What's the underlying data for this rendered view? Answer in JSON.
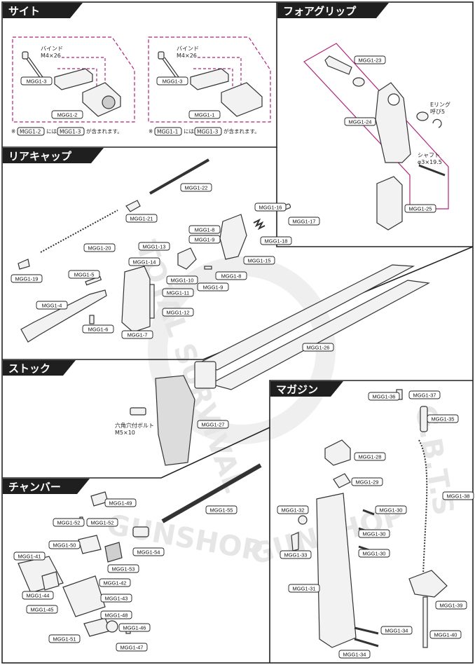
{
  "sections": {
    "sight": "サイト",
    "foregrip": "フォアグリップ",
    "rearcap": "リアキャップ",
    "stock": "ストック",
    "magazine": "マガジン",
    "chamber": "チャンバー"
  },
  "labels": {
    "bind_left": "バインド",
    "bind_left_size": "M4×26",
    "bind_right": "バインド",
    "bind_right_size": "M4×26",
    "ering": "Eリング",
    "ering_size": "呼び5",
    "shaft": "シャフト",
    "shaft_size": "φ3×19.5",
    "hexbolt": "六角穴付ボルト",
    "hexbolt_size": "M5×10"
  },
  "notes": {
    "left_pre": "※",
    "left_a": "MGG1-2",
    "left_mid": "には",
    "left_b": "MGG1-3",
    "left_post": "が含まれます。",
    "right_pre": "※",
    "right_a": "MGG1-1",
    "right_mid": "には",
    "right_b": "MGG1-3",
    "right_post": "が含まれます。"
  },
  "watermark": {
    "arc_left": "TOTAL SURVIVAL",
    "arc_right": "GUNSHOP",
    "word_a": "GUNSHOP",
    "word_b": "GUNSHOP",
    "word_c": "G.B.T.S"
  },
  "parts": {
    "p1": "MGG1-1",
    "p2": "MGG1-2",
    "p3a": "MGG1-3",
    "p3b": "MGG1-3",
    "p4": "MGG1-4",
    "p5": "MGG1-5",
    "p6": "MGG1-6",
    "p7": "MGG1-7",
    "p8a": "MGG1-8",
    "p8b": "MGG1-8",
    "p9a": "MGG1-9",
    "p9b": "MGG1-9",
    "p10": "MGG1-10",
    "p11": "MGG1-11",
    "p12": "MGG1-12",
    "p13": "MGG1-13",
    "p14": "MGG1-14",
    "p15": "MGG1-15",
    "p16": "MGG1-16",
    "p17": "MGG1-17",
    "p18": "MGG1-18",
    "p19": "MGG1-19",
    "p20": "MGG1-20",
    "p21": "MGG1-21",
    "p22": "MGG1-22",
    "p23": "MGG1-23",
    "p24": "MGG1-24",
    "p25": "MGG1-25",
    "p26": "MGG1-26",
    "p27": "MGG1-27",
    "p28": "MGG1-28",
    "p29": "MGG1-29",
    "p30a": "MGG1-30",
    "p30b": "MGG1-30",
    "p30c": "MGG1-30",
    "p31": "MGG1-31",
    "p32": "MGG1-32",
    "p33": "MGG1-33",
    "p34a": "MGG1-34",
    "p34b": "MGG1-34",
    "p35": "MGG1-35",
    "p36": "MGG1-36",
    "p37": "MGG1-37",
    "p38": "MGG1-38",
    "p39": "MGG1-39",
    "p40": "MGG1-40",
    "p41": "MGG1-41",
    "p42": "MGG1-42",
    "p43": "MGG1-43",
    "p44": "MGG1-44",
    "p45": "MGG1-45",
    "p46": "MGG1-46",
    "p47": "MGG1-47",
    "p48": "MGG1-48",
    "p49": "MGG1-49",
    "p50": "MGG1-50",
    "p51": "MGG1-51",
    "p52a": "MGG1-52",
    "p52b": "MGG1-52",
    "p53": "MGG1-53",
    "p54": "MGG1-54",
    "p55": "MGG1-55"
  },
  "colors": {
    "accent": "#b0247a",
    "header": "#1f1f1f",
    "line": "#333333",
    "watermark": "#e3e3e3"
  }
}
